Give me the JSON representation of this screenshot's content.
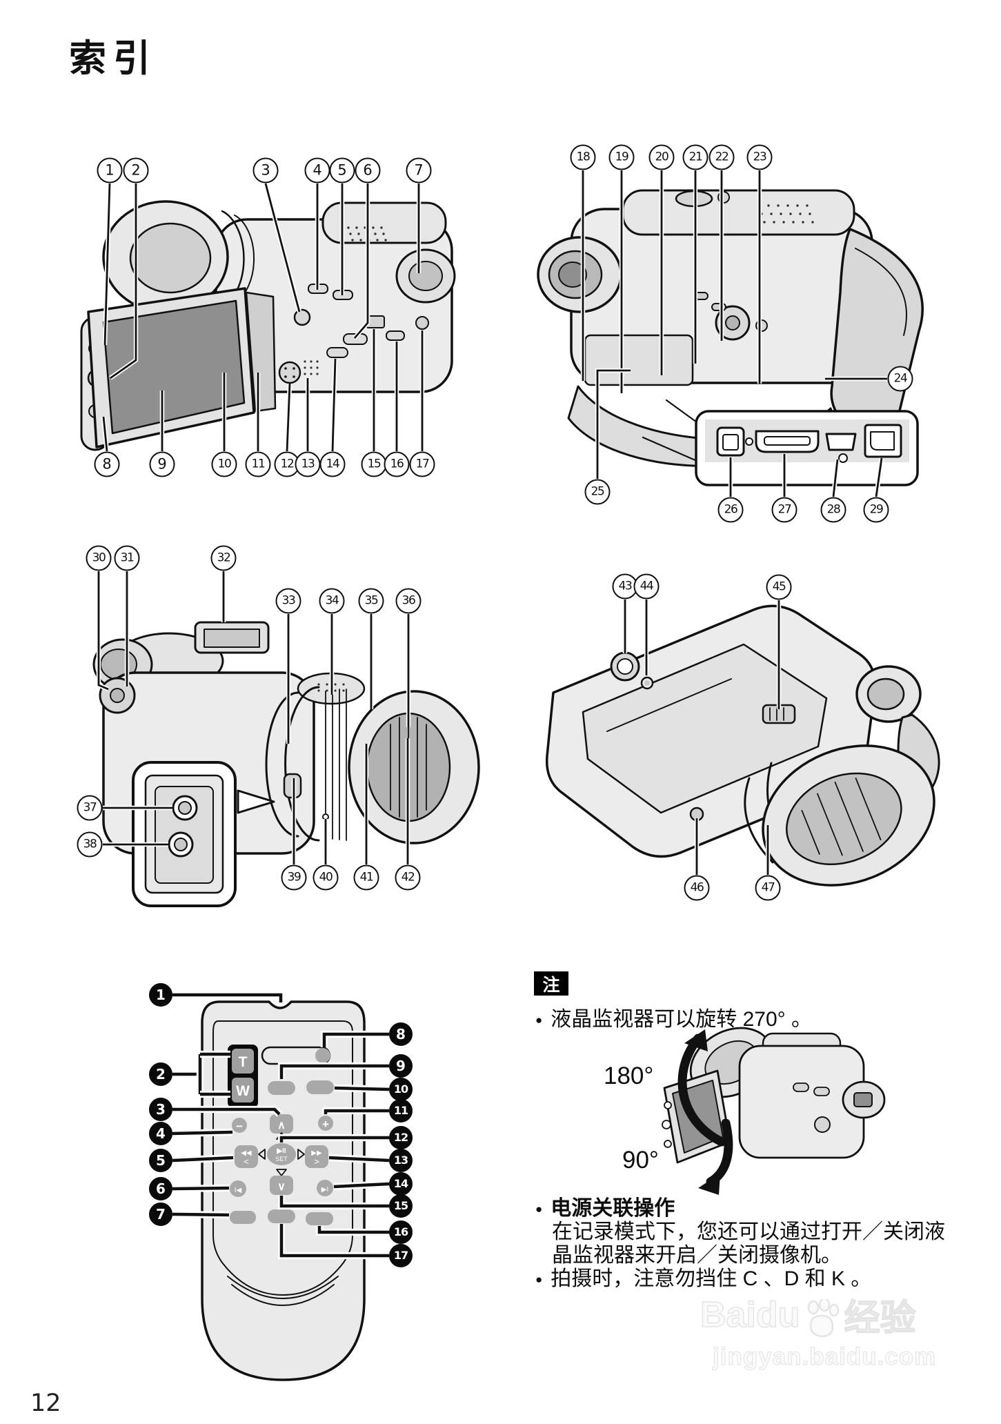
{
  "page": {
    "title": "索引",
    "page_number": "12"
  },
  "notes": {
    "tag": "注",
    "lcd_rotation": "液晶监视器可以旋转 270° 。",
    "rotation_labels": {
      "upper": "180°",
      "lower": "90°"
    },
    "power": {
      "title": "电源关联操作",
      "lines": [
        "在记录模式下，您还可以通过打开／关闭液",
        "晶监视器来开启／关闭摄像机。"
      ]
    },
    "shooting": "拍摄时，注意勿挡住 C 、D 和 K 。"
  },
  "remote": {
    "labels": {
      "tele": "T",
      "wide": "W",
      "up": "∧",
      "down": "∨",
      "minus": "−",
      "plus": "+",
      "rew": "◀◀",
      "rew_sub": "<",
      "ff": "▶▶",
      "ff_sub": ">",
      "prev": "I◀",
      "next": "▶I",
      "playpause": "▶II",
      "set": "SET"
    }
  },
  "watermark": {
    "brand_latin": "Baidu",
    "brand_cn": "经验",
    "url": "jingyan.baidu.com"
  },
  "callouts": {
    "diagram_top_left": [
      "1",
      "2",
      "3",
      "4",
      "5",
      "6",
      "7",
      "8",
      "9",
      "10",
      "11",
      "12",
      "13",
      "14",
      "15",
      "16",
      "17"
    ],
    "diagram_top_right": [
      "18",
      "19",
      "20",
      "21",
      "22",
      "23",
      "24",
      "25",
      "26",
      "27",
      "28",
      "29"
    ],
    "diagram_mid_left": [
      "30",
      "31",
      "32",
      "33",
      "34",
      "35",
      "36",
      "37",
      "38",
      "39",
      "40",
      "41",
      "42"
    ],
    "diagram_mid_right": [
      "43",
      "44",
      "45",
      "46",
      "47"
    ],
    "remote": [
      "1",
      "2",
      "3",
      "4",
      "5",
      "6",
      "7",
      "8",
      "9",
      "10",
      "11",
      "12",
      "13",
      "14",
      "15",
      "16",
      "17"
    ]
  },
  "colors": {
    "ink": "#111111",
    "body_fill": "#ececec",
    "screen_fill": "#8f8f8f",
    "button_fill": "#a8a8a8",
    "watermark": "#ececec"
  }
}
